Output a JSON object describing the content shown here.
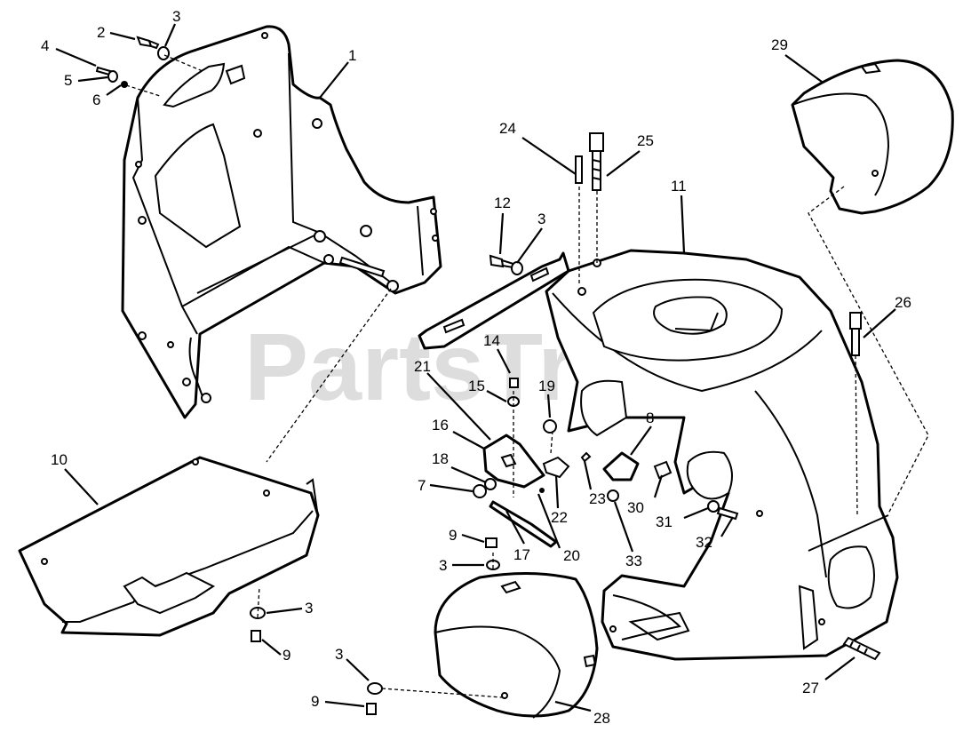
{
  "watermark": {
    "text": "PartsTree",
    "trademark": "™"
  },
  "callouts": [
    {
      "id": "c1",
      "label": "1"
    },
    {
      "id": "c2",
      "label": "2"
    },
    {
      "id": "c3a",
      "label": "3"
    },
    {
      "id": "c4",
      "label": "4"
    },
    {
      "id": "c5",
      "label": "5"
    },
    {
      "id": "c6",
      "label": "6"
    },
    {
      "id": "c10",
      "label": "10"
    },
    {
      "id": "c3b",
      "label": "3"
    },
    {
      "id": "c9a",
      "label": "9"
    },
    {
      "id": "c3c",
      "label": "3"
    },
    {
      "id": "c9b",
      "label": "9"
    },
    {
      "id": "c12",
      "label": "12"
    },
    {
      "id": "c3d",
      "label": "3"
    },
    {
      "id": "c24",
      "label": "24"
    },
    {
      "id": "c25",
      "label": "25"
    },
    {
      "id": "c11",
      "label": "11"
    },
    {
      "id": "c14",
      "label": "14"
    },
    {
      "id": "c15",
      "label": "15"
    },
    {
      "id": "c19",
      "label": "19"
    },
    {
      "id": "c21",
      "label": "21"
    },
    {
      "id": "c16",
      "label": "16"
    },
    {
      "id": "c18",
      "label": "18"
    },
    {
      "id": "c7",
      "label": "7"
    },
    {
      "id": "c8",
      "label": "8"
    },
    {
      "id": "c23",
      "label": "23"
    },
    {
      "id": "c22",
      "label": "22"
    },
    {
      "id": "c30",
      "label": "30"
    },
    {
      "id": "c31",
      "label": "31"
    },
    {
      "id": "c32",
      "label": "32"
    },
    {
      "id": "c9c",
      "label": "9"
    },
    {
      "id": "c3e",
      "label": "3"
    },
    {
      "id": "c17",
      "label": "17"
    },
    {
      "id": "c20",
      "label": "20"
    },
    {
      "id": "c33",
      "label": "33"
    },
    {
      "id": "c29",
      "label": "29"
    },
    {
      "id": "c26",
      "label": "26"
    },
    {
      "id": "c27",
      "label": "27"
    },
    {
      "id": "c28",
      "label": "28"
    }
  ]
}
